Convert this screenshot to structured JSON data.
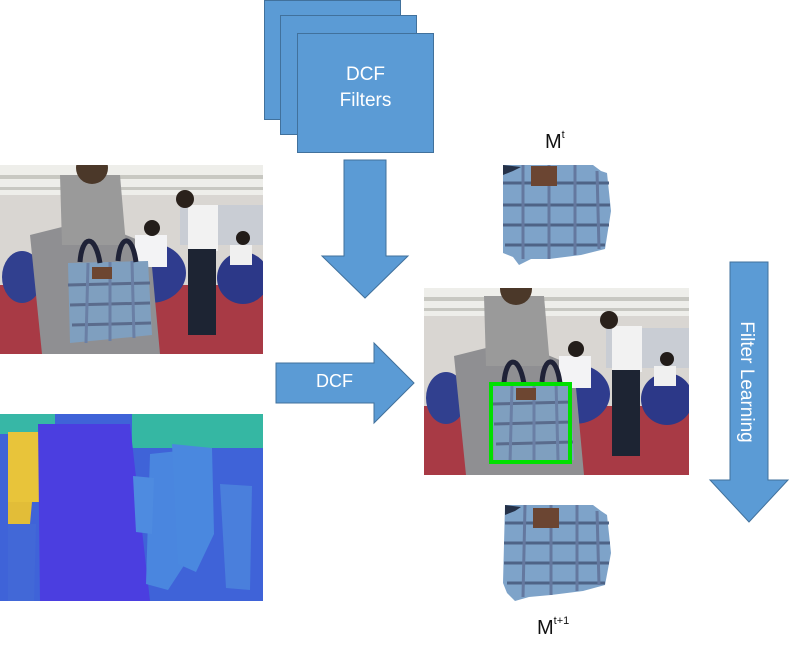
{
  "filters": {
    "label_line1": "DCF",
    "label_line2": "Filters"
  },
  "arrows": {
    "dcf_label": "DCF",
    "filter_learning_label": "Filter Learning"
  },
  "mask_labels": {
    "current_base": "M",
    "current_sup": "t",
    "next_base": "M",
    "next_sup": "t+1"
  },
  "colors": {
    "arrow_fill": "#5b9bd5",
    "arrow_stroke": "#41719c",
    "tracking_box": "#00e000"
  }
}
